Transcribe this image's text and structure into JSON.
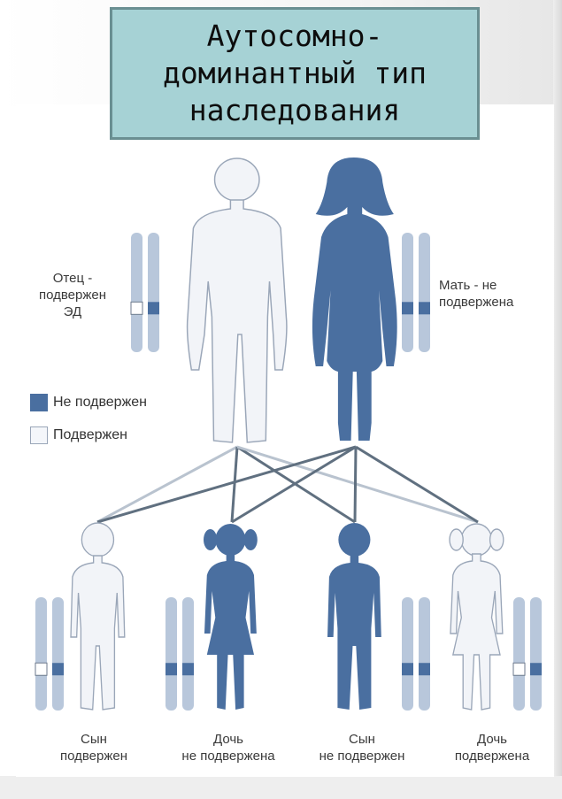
{
  "title": "Аутосомно-\nдоминантный тип\nнаследования",
  "colors": {
    "affected_fill": "#f2f4f8",
    "affected_stroke": "#9aa6b8",
    "unaffected_fill": "#4a6fa0",
    "chromosome": "#b8c7db",
    "line_dark": "#607080",
    "line_light": "#b9c3cf"
  },
  "legend": {
    "unaffected": "Не подвержен",
    "affected": "Подвержен"
  },
  "parents": {
    "father": "Отец -\nподвержен\nЭД",
    "mother": "Мать - не\nподвержена"
  },
  "children": [
    {
      "label": "Сын\nподвержен"
    },
    {
      "label": "Дочь\nне подвержена"
    },
    {
      "label": "Сын\nне подвержен"
    },
    {
      "label": "Дочь\nподвержена"
    }
  ]
}
